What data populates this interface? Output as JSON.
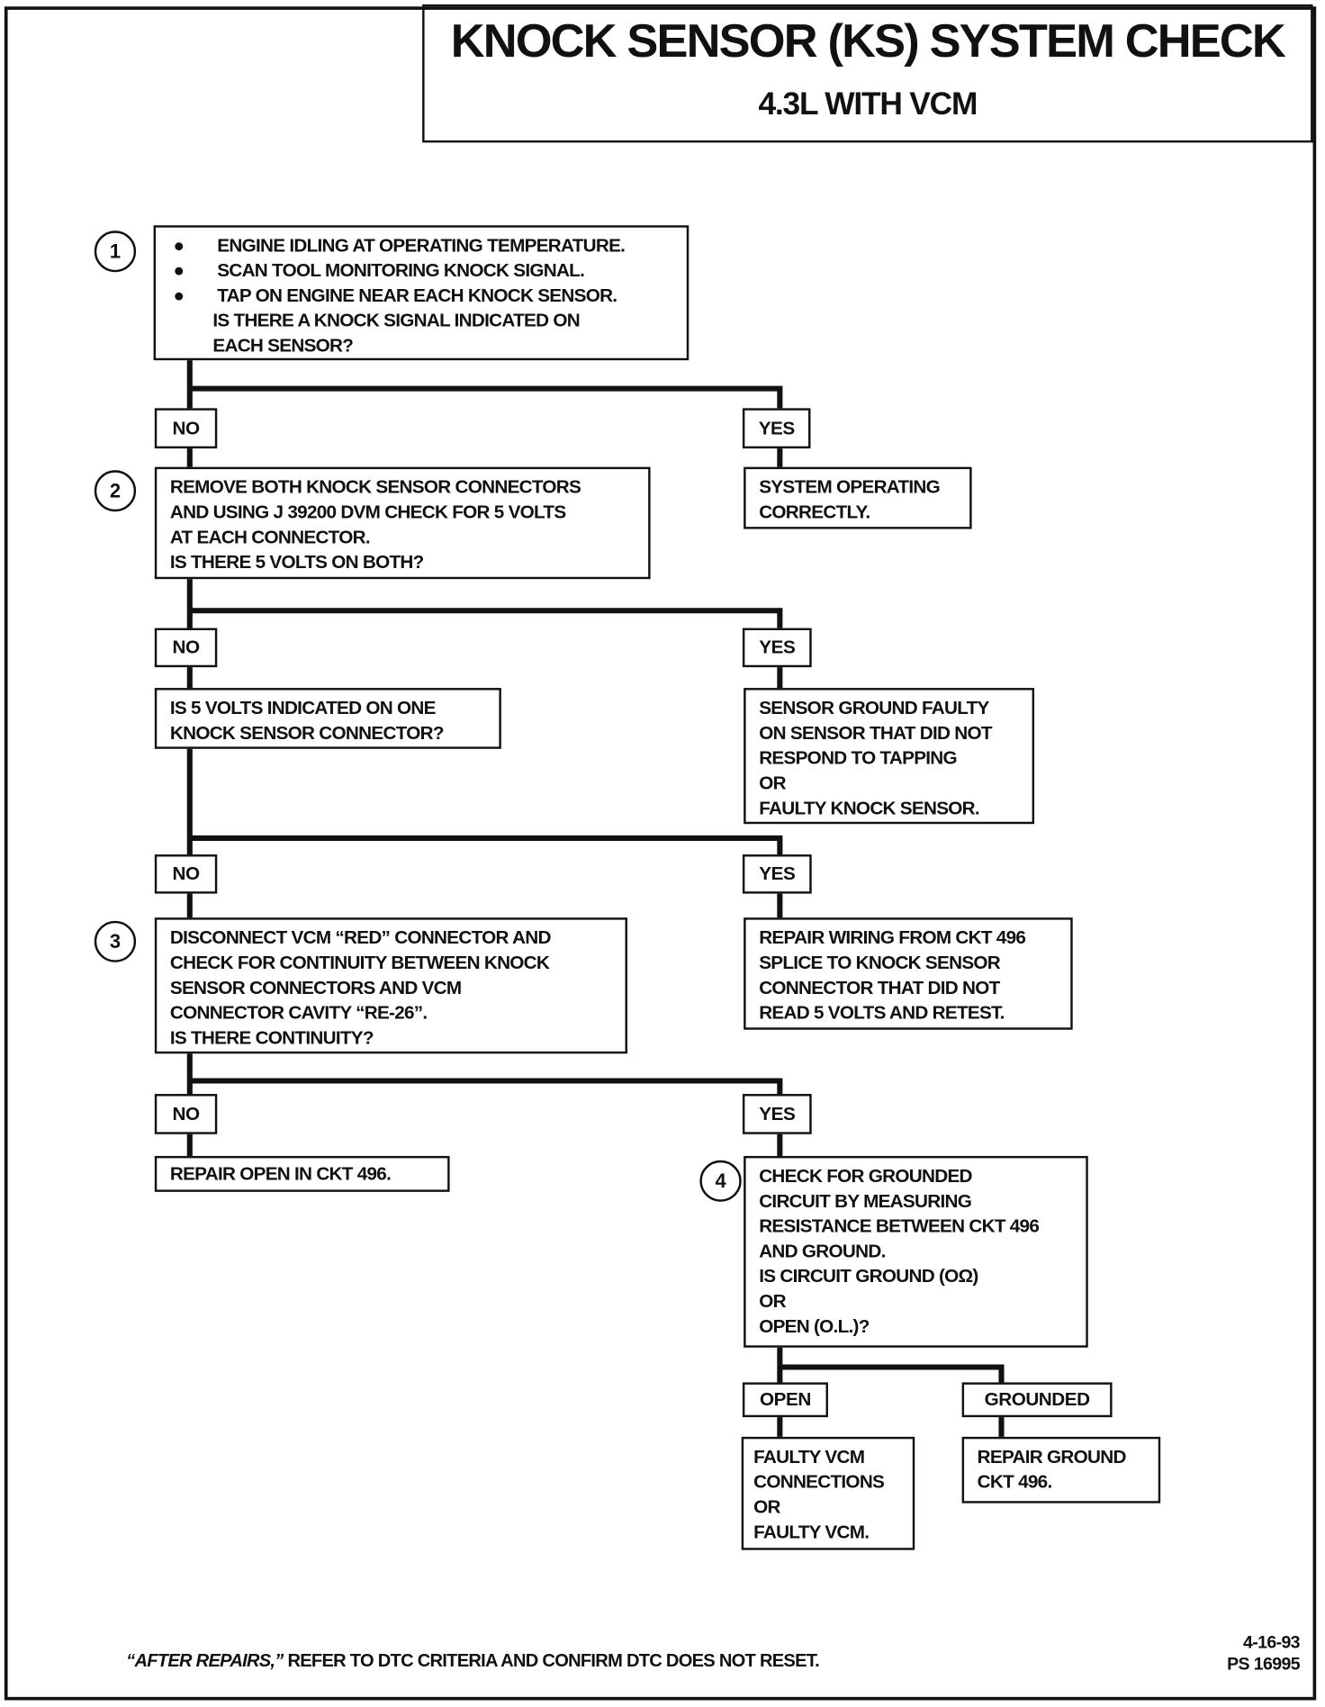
{
  "title": "KNOCK SENSOR (KS) SYSTEM CHECK",
  "subtitle": "4.3L WITH VCM",
  "steps": {
    "s1": {
      "number": "1",
      "bullets": [
        "ENGINE IDLING AT OPERATING TEMPERATURE.",
        "SCAN TOOL MONITORING KNOCK SIGNAL.",
        "TAP ON ENGINE NEAR EACH KNOCK SENSOR."
      ],
      "question": [
        "IS THERE A KNOCK SIGNAL INDICATED ON",
        "EACH SENSOR?"
      ]
    },
    "s2": {
      "number": "2",
      "lines": [
        "REMOVE BOTH KNOCK SENSOR CONNECTORS",
        "AND USING J 39200 DVM CHECK FOR 5 VOLTS",
        "AT EACH CONNECTOR.",
        "IS THERE 5 VOLTS ON BOTH?"
      ]
    },
    "s2b": {
      "lines": [
        "IS 5 VOLTS INDICATED ON ONE",
        "KNOCK SENSOR CONNECTOR?"
      ]
    },
    "s3": {
      "number": "3",
      "lines": [
        "DISCONNECT VCM “RED” CONNECTOR  AND",
        "CHECK FOR CONTINUITY BETWEEN KNOCK",
        "SENSOR CONNECTORS AND VCM",
        "CONNECTOR CAVITY “RE-26”.",
        "IS THERE CONTINUITY?"
      ]
    },
    "s4": {
      "number": "4",
      "lines": [
        "CHECK FOR GROUNDED",
        "CIRCUIT BY MEASURING",
        "RESISTANCE BETWEEN CKT 496",
        "AND GROUND.",
        "IS CIRCUIT GROUND (OΩ)",
        "OR",
        "OPEN (O.L.)?"
      ]
    }
  },
  "results": {
    "system_ok": [
      "SYSTEM OPERATING",
      "CORRECTLY."
    ],
    "sensor_ground": [
      "SENSOR GROUND FAULTY",
      "ON SENSOR THAT DID NOT",
      "RESPOND TO TAPPING",
      "OR",
      "FAULTY KNOCK SENSOR."
    ],
    "repair_wiring": [
      "REPAIR WIRING FROM CKT 496",
      "SPLICE TO KNOCK SENSOR",
      "CONNECTOR THAT DID NOT",
      "READ 5 VOLTS AND RETEST."
    ],
    "repair_open": [
      "REPAIR OPEN IN CKT 496."
    ],
    "faulty_vcm": [
      "FAULTY VCM",
      "CONNECTIONS",
      "OR",
      "FAULTY VCM."
    ],
    "repair_ground": [
      "REPAIR GROUND",
      "CKT 496."
    ]
  },
  "labels": {
    "no": "NO",
    "yes": "YES",
    "open": "OPEN",
    "grounded": "GROUNDED"
  },
  "footer": {
    "note_italic": "“AFTER REPAIRS,”",
    "note_rest": " REFER TO DTC CRITERIA  AND CONFIRM DTC DOES NOT RESET.",
    "date": "4-16-93",
    "ps": "PS 16995"
  }
}
